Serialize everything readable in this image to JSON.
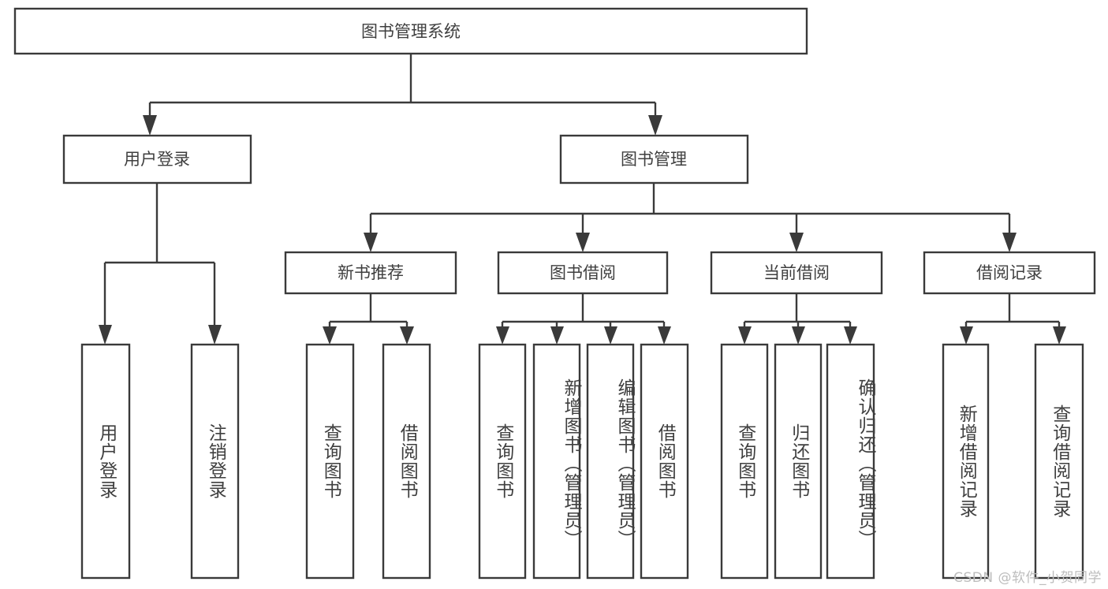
{
  "diagram": {
    "title": "图书管理系统",
    "type": "hierarchy-tree",
    "watermark": "CSDN @软件_小贺同学",
    "colors": {
      "stroke": "#3a3a3a",
      "text": "#3f3f3f",
      "background": "#ffffff",
      "watermark": "#bdbdbd"
    },
    "levels": {
      "root_label": "图书管理系统",
      "level2": [
        {
          "id": "user-login",
          "label": "用户登录"
        },
        {
          "id": "book-manage",
          "label": "图书管理"
        }
      ],
      "level3": [
        {
          "id": "new-book-recommend",
          "label": "新书推荐"
        },
        {
          "id": "book-borrow",
          "label": "图书借阅"
        },
        {
          "id": "current-borrow",
          "label": "当前借阅"
        },
        {
          "id": "borrow-record",
          "label": "借阅记录"
        }
      ],
      "leaves": {
        "user-login": [
          {
            "id": "leaf-user-login",
            "label": "用户登录"
          },
          {
            "id": "leaf-user-logout",
            "label": "注销登录"
          }
        ],
        "new-book-recommend": [
          {
            "id": "leaf-query-book-1",
            "label": "查询图书"
          },
          {
            "id": "leaf-borrow-book-1",
            "label": "借阅图书"
          }
        ],
        "book-borrow": [
          {
            "id": "leaf-query-book-2",
            "label": "查询图书"
          },
          {
            "id": "leaf-add-book",
            "label": "新增图书（管理员）"
          },
          {
            "id": "leaf-edit-book",
            "label": "编辑图书（管理员）"
          },
          {
            "id": "leaf-borrow-book-2",
            "label": "借阅图书"
          }
        ],
        "current-borrow": [
          {
            "id": "leaf-query-book-3",
            "label": "查询图书"
          },
          {
            "id": "leaf-return-book",
            "label": "归还图书"
          },
          {
            "id": "leaf-confirm-return",
            "label": "确认归还（管理员）"
          }
        ],
        "borrow-record": [
          {
            "id": "leaf-add-record",
            "label": "新增借阅记录"
          },
          {
            "id": "leaf-query-record",
            "label": "查询借阅记录"
          }
        ]
      }
    }
  }
}
